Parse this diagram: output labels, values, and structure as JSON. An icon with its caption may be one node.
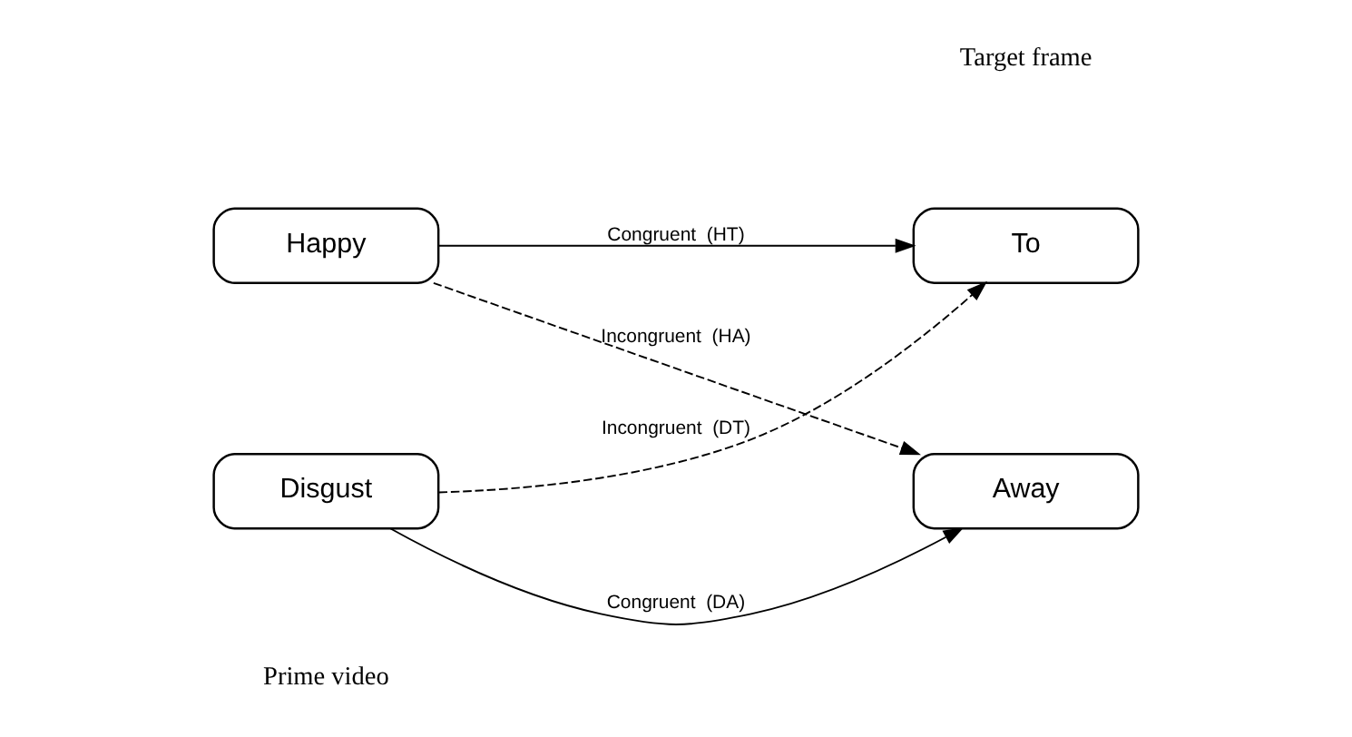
{
  "diagram": {
    "nodes": [
      {
        "text": [
          "Happy"
        ]
      },
      {
        "text": [
          "Disgust"
        ]
      },
      {
        "text": [
          "To"
        ]
      },
      {
        "text": [
          "Away"
        ]
      }
    ],
    "edges": [
      {
        "from": 0,
        "to": 2,
        "arrow": "to",
        "label": "Congruent  (HT)"
      },
      {
        "from": 0,
        "to": 3,
        "arrow": "to",
        "label": "Incongruent  (HA)",
        "style": "dashed"
      },
      {
        "from": 1,
        "to": 2,
        "arrow": "to",
        "label": "Incongruent  (DT)",
        "style": "dashed"
      },
      {
        "from": 1,
        "to": 3,
        "arrow": "to",
        "label": "Congruent  (DA)"
      }
    ],
    "labels": [
      "Prime video",
      "Target frame"
    ]
  }
}
